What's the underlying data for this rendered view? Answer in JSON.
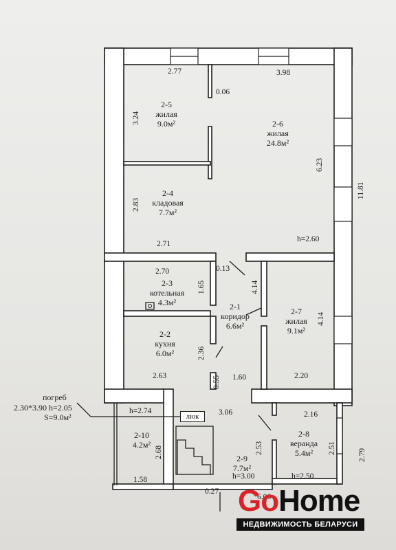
{
  "rooms": [
    {
      "id": "2-5",
      "name": "жилая",
      "area": "9.0м²"
    },
    {
      "id": "2-6",
      "name": "жилая",
      "area": "24.8м²"
    },
    {
      "id": "2-4",
      "name": "кладовая",
      "area": "7.7м²"
    },
    {
      "id": "2-3",
      "name": "котельная",
      "area": "4.3м²"
    },
    {
      "id": "2-1",
      "name": "коридор",
      "area": "6.6м²"
    },
    {
      "id": "2-7",
      "name": "жилая",
      "area": "9.1м²"
    },
    {
      "id": "2-2",
      "name": "кухня",
      "area": "6.0м²"
    },
    {
      "id": "2-8",
      "name": "веранда",
      "area": "5.4м²"
    },
    {
      "id": "2-10",
      "name": "",
      "area": "4.2м²"
    },
    {
      "id": "2-9",
      "name": "",
      "area": "7.7м²"
    }
  ],
  "heights": {
    "h_260": "h=2.60",
    "h_274": "h=2.74",
    "h_300": "h=3.00",
    "h_250": "h=2.50"
  },
  "dimensions": {
    "d277": "2.77",
    "d398": "3.98",
    "d006": "0.06",
    "d324": "3.24",
    "d623": "6.23",
    "d1181": "11.81",
    "d283": "2.83",
    "d271": "2.71",
    "d270": "2.70",
    "d013": "0.13",
    "d165": "1.65",
    "d414a": "4.14",
    "d414b": "4.14",
    "d236": "2.36",
    "d055": "0.55",
    "d263": "2.63",
    "d160": "1.60",
    "d220": "2.20",
    "d306": "3.06",
    "d216": "2.16",
    "d253": "2.53",
    "d251": "2.51",
    "d279": "2.79",
    "d268": "2.68",
    "d158": "1.58",
    "d027": "0.27",
    "d606": "6.06"
  },
  "cellar": {
    "title": "погреб",
    "size": "2.30*3.90  h=2.05",
    "area": "S=9.0м²",
    "hatch": "люк"
  },
  "logo": {
    "go": "Go",
    "home": "Home",
    "tagline": "НЕДВИЖИМОСТЬ БЕЛАРУСИ"
  },
  "colors": {
    "logo_red": "#d8232a",
    "logo_black": "#111111",
    "ink": "#1f1f1f"
  }
}
